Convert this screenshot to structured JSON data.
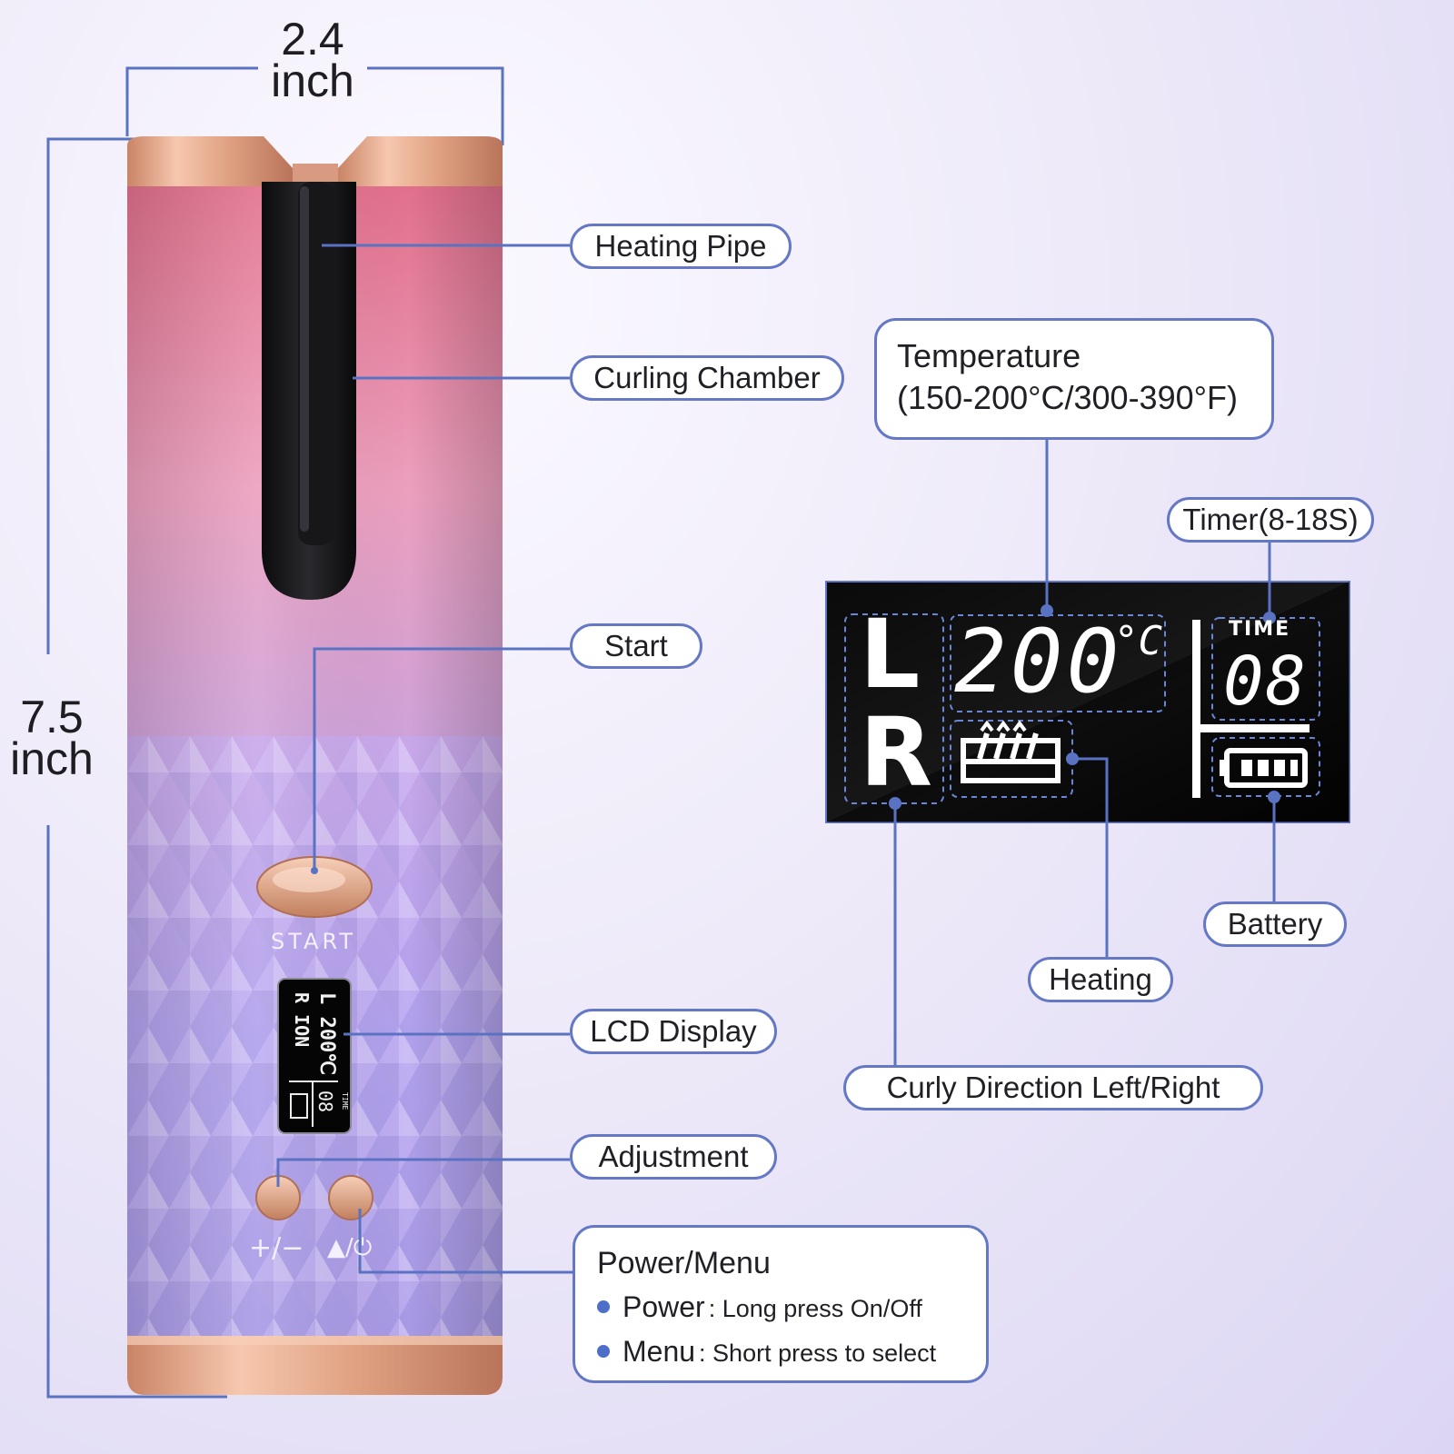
{
  "dimensions": {
    "width_value": "2.4",
    "width_unit": "inch",
    "height_value": "7.5",
    "height_unit": "inch"
  },
  "labels": {
    "heating_pipe": "Heating Pipe",
    "curling_chamber": "Curling Chamber",
    "start": "Start",
    "lcd_display": "LCD Display",
    "adjustment": "Adjustment",
    "temperature_line1": "Temperature",
    "temperature_line2": "(150-200°C/300-390°F)",
    "timer": "Timer(8-18S)",
    "battery": "Battery",
    "heating": "Heating",
    "curly_direction": "Curly Direction  Left/Right"
  },
  "power_menu": {
    "title": "Power/Menu",
    "power_key": "Power",
    "power_desc": ": Long press On/Off",
    "menu_key": "Menu",
    "menu_desc": ": Short press to select"
  },
  "device": {
    "start_label": "START",
    "plus_minus_label": "+/−",
    "power_button_label": "▲/⏻",
    "small_lcd_line1": "L 200℃",
    "small_lcd_line2": "R ION",
    "small_lcd_time": "08",
    "small_lcd_time_label": "TIME"
  },
  "lcd": {
    "direction_left": "L",
    "direction_right": "R",
    "temperature": "200",
    "temp_unit": "°C",
    "time_label": "TIME",
    "time_value": "08"
  },
  "colors": {
    "callout_border": "#6478c6",
    "connector": "#5a72c2",
    "rose_gold": "#e4a989",
    "body_pink": "#e7859c",
    "body_lilac": "#b9a6ec",
    "lcd_bg": "#070707"
  }
}
